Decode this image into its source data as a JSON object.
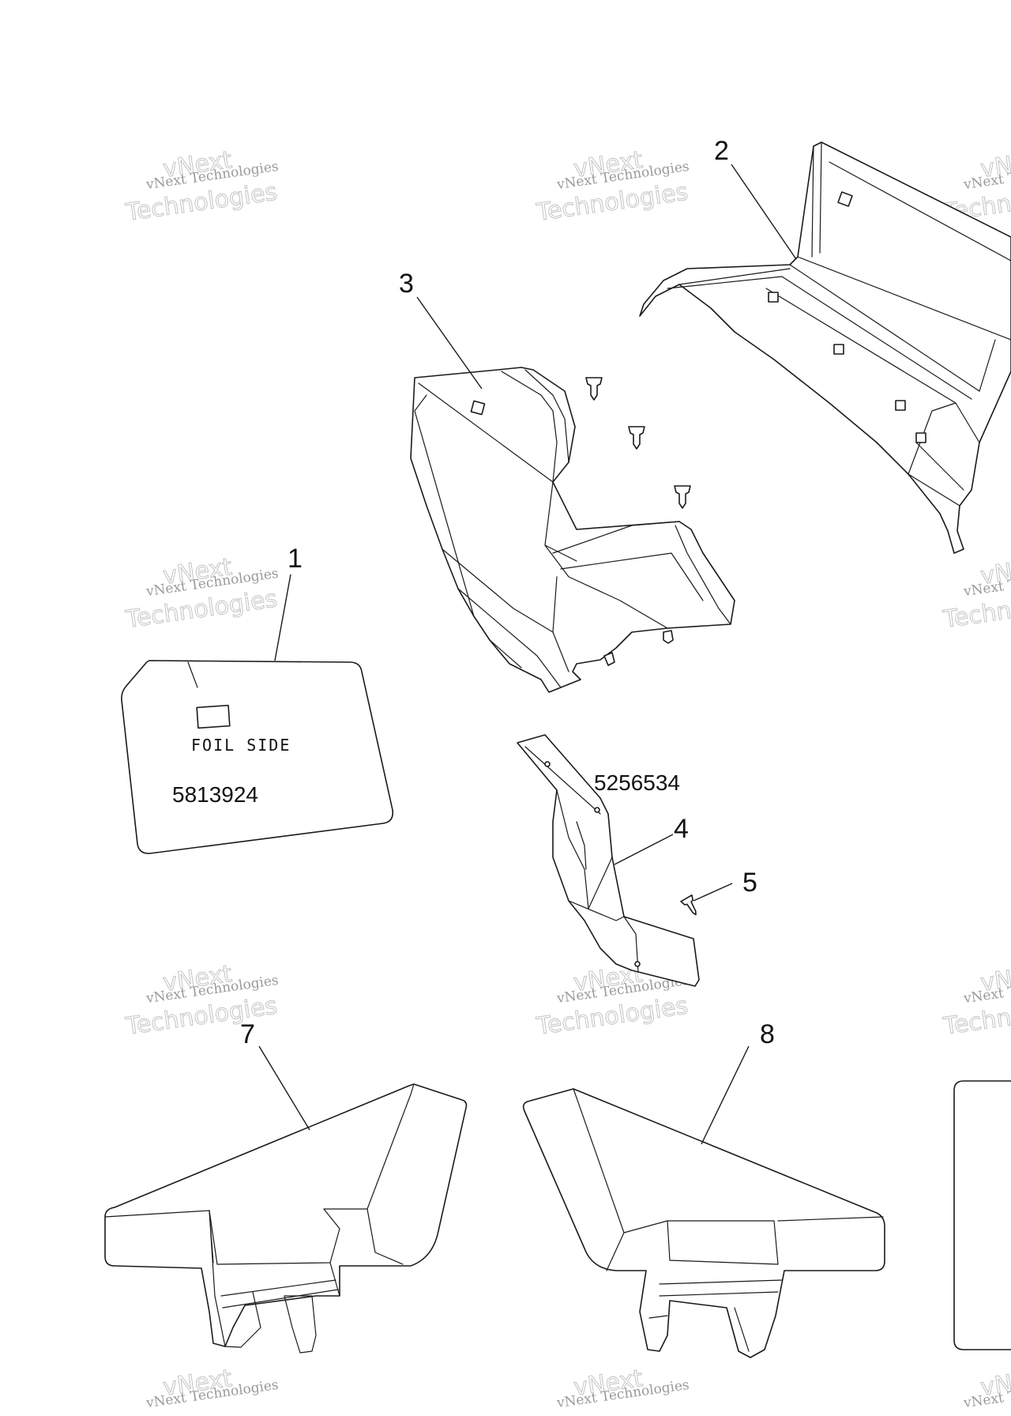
{
  "callouts": {
    "c1": "1",
    "c2": "2",
    "c3": "3",
    "c4": "4",
    "c5": "5",
    "c7": "7",
    "c8": "8"
  },
  "decal": {
    "foil_label": "FOIL SIDE",
    "part_number": "5813924"
  },
  "bracket": {
    "part_number": "5256534"
  },
  "watermark": {
    "line1": "vNext Technologies",
    "line2": "vNext",
    "line3": "Technologies"
  }
}
